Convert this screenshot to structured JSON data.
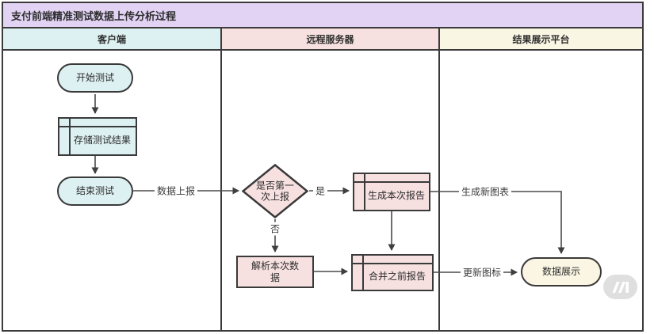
{
  "title": "支付前端精准测试数据上传分析过程",
  "lanes": {
    "client": {
      "label": "客户端",
      "header_bg": "#DEF1F2"
    },
    "server": {
      "label": "远程服务器",
      "header_bg": "#F7E0E0"
    },
    "display": {
      "label": "结果展示平台",
      "header_bg": "#FAF6E4"
    }
  },
  "nodes": {
    "start": {
      "label": "开始测试",
      "type": "terminator",
      "fill": "#DEF1F2"
    },
    "store": {
      "label": "存储测试结果",
      "type": "internal-storage",
      "fill": "#DEF1F2"
    },
    "end": {
      "label": "结束测试",
      "type": "terminator",
      "fill": "#DEF1F2"
    },
    "decision": {
      "label": "是否第一次上报",
      "type": "decision",
      "fill": "#F7E0E0"
    },
    "generate": {
      "label": "生成本次报告",
      "type": "internal-storage",
      "fill": "#F7E0E0"
    },
    "parse": {
      "label": "解析本次数据",
      "type": "process",
      "fill": "#F7E0E0"
    },
    "merge": {
      "label": "合并之前报告",
      "type": "internal-storage",
      "fill": "#F7E0E0"
    },
    "display": {
      "label": "数据展示",
      "type": "terminator",
      "fill": "#FAF6E3"
    }
  },
  "edges": {
    "report": {
      "label": "数据上报",
      "from": "end",
      "to": "decision"
    },
    "yes": {
      "label": "是",
      "from": "decision",
      "to": "generate"
    },
    "no": {
      "label": "否",
      "from": "decision",
      "to": "parse"
    },
    "parse_merge": {
      "label": "",
      "from": "parse",
      "to": "merge"
    },
    "gen_merge": {
      "label": "",
      "from": "generate",
      "to": "merge"
    },
    "new_chart": {
      "label": "生成新图表",
      "from": "generate",
      "to": "display"
    },
    "update_icon": {
      "label": "更新图标",
      "from": "merge",
      "to": "display"
    },
    "start_store": {
      "label": "",
      "from": "start",
      "to": "store"
    },
    "store_end": {
      "label": "",
      "from": "store",
      "to": "end"
    }
  },
  "colors": {
    "title_bg": "#E2D3F4",
    "border": "#3B3B3B",
    "connector": "#4A4A4A",
    "lane_body_bg": "#FFFFFF",
    "watermark_bg": "#DFDFDF"
  },
  "watermark": {
    "icon": "ki-logo"
  }
}
